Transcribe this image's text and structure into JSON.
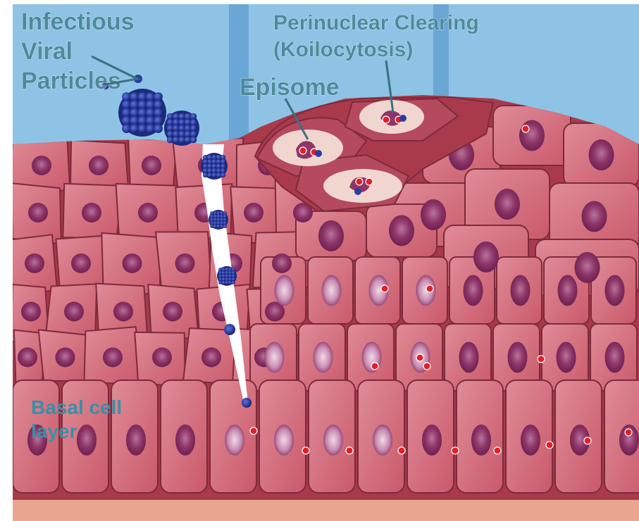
{
  "labels": {
    "infectious_line1": "Infectious",
    "infectious_line2": "Viral",
    "infectious_line3": "Particles",
    "perinuclear_line1": "Perinuclear Clearing",
    "perinuclear_line2": "(Koilocytosis)",
    "episome": "Episome",
    "basal_line1": "Basal cell",
    "basal_line2": "layer"
  },
  "colors": {
    "sky": "#8ec3e6",
    "sky_stripe": "#5f9fd2",
    "cell_fill": "#d26a78",
    "cell_stroke": "#7d2a3b",
    "nucleus": "#8e3568",
    "nucleus_light": "#c98fb4",
    "koilocyte_halo": "#f0d6cf",
    "virus": "#2b3b9f",
    "episome_dot": "#e0202a",
    "basement": "#e9a58f",
    "label_text": "#4c8a9c"
  },
  "icons": [
    "virus-particle-icon",
    "episome-icon"
  ]
}
